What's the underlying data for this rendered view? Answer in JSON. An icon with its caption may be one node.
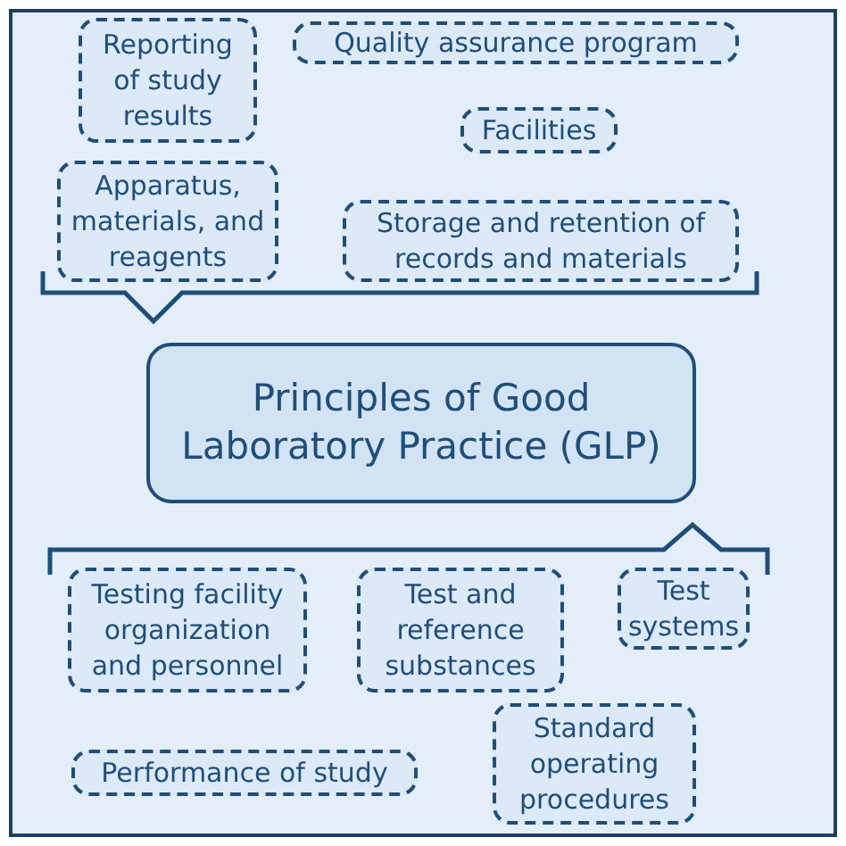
{
  "diagram": {
    "nodes": [
      {
        "text": [
          "Reporting of study results"
        ]
      },
      {
        "text": [
          "Quality assurance program"
        ]
      },
      {
        "text": [
          "Facilities"
        ]
      },
      {
        "text": [
          "Apparatus, materials, and reagents"
        ]
      },
      {
        "text": [
          "Storage and retention of records and materials"
        ]
      },
      {
        "text": [
          "Principles of Good Laboratory Practice (GLP)"
        ]
      },
      {
        "text": [
          "Testing facility organization and personnel"
        ]
      },
      {
        "text": [
          "Test and reference substances"
        ]
      },
      {
        "text": [
          "Test systems"
        ]
      },
      {
        "text": [
          "Standard operating procedures"
        ]
      },
      {
        "text": [
          "Performance of study"
        ]
      }
    ],
    "edges": []
  }
}
